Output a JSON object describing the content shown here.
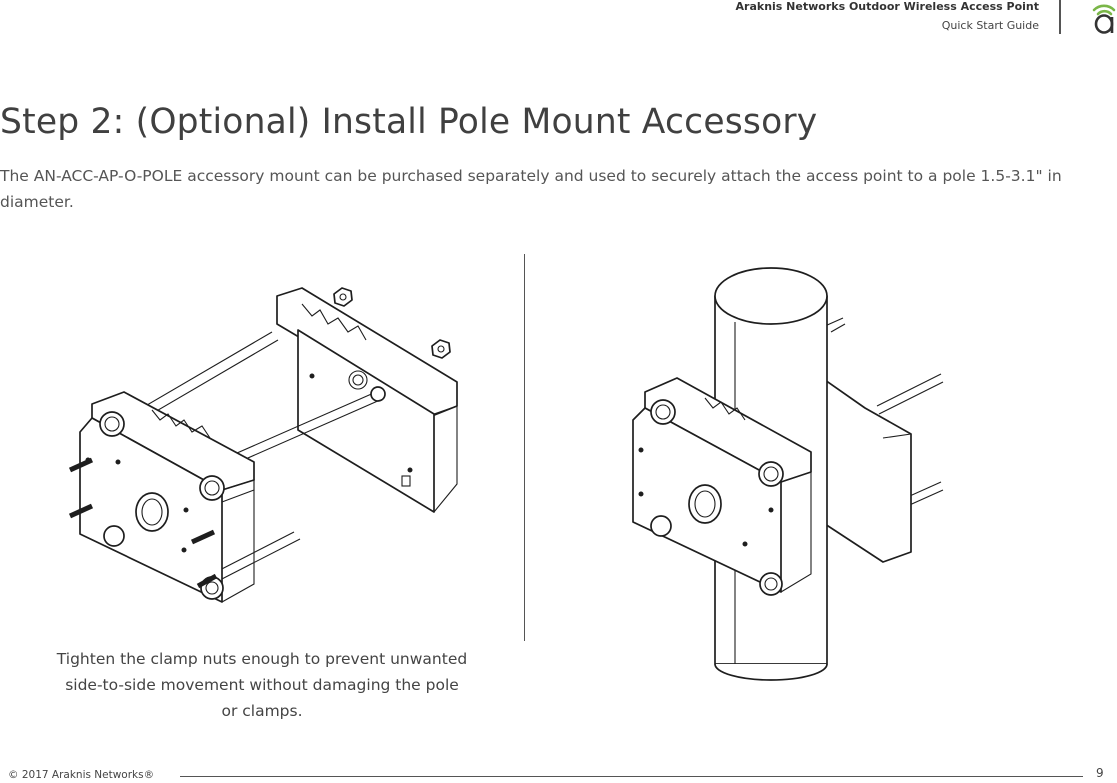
{
  "header": {
    "title": "Araknis Networks Outdoor Wireless Access Point",
    "subtitle": "Quick Start Guide"
  },
  "logo_icon": "araknis-wifi-a-logo-icon",
  "step_title": "Step 2: (Optional) Install Pole Mount Accessory",
  "intro_text": "The AN-ACC-AP-O-POLE accessory mount can be purchased separately and used to securely attach the access point to a pole 1.5-3.1\" in diameter.",
  "figures": {
    "left_icon": "pole-mount-bracket-exploded-illustration",
    "right_icon": "pole-mount-installed-illustration",
    "caption": "Tighten the clamp nuts enough to prevent unwanted side-to-side movement without damaging the pole or clamps."
  },
  "footer": {
    "copyright": "© 2017 Araknis Networks®",
    "page_number": "9"
  },
  "colors": {
    "text": "#4a4a4a",
    "accent": "#7ab648"
  }
}
